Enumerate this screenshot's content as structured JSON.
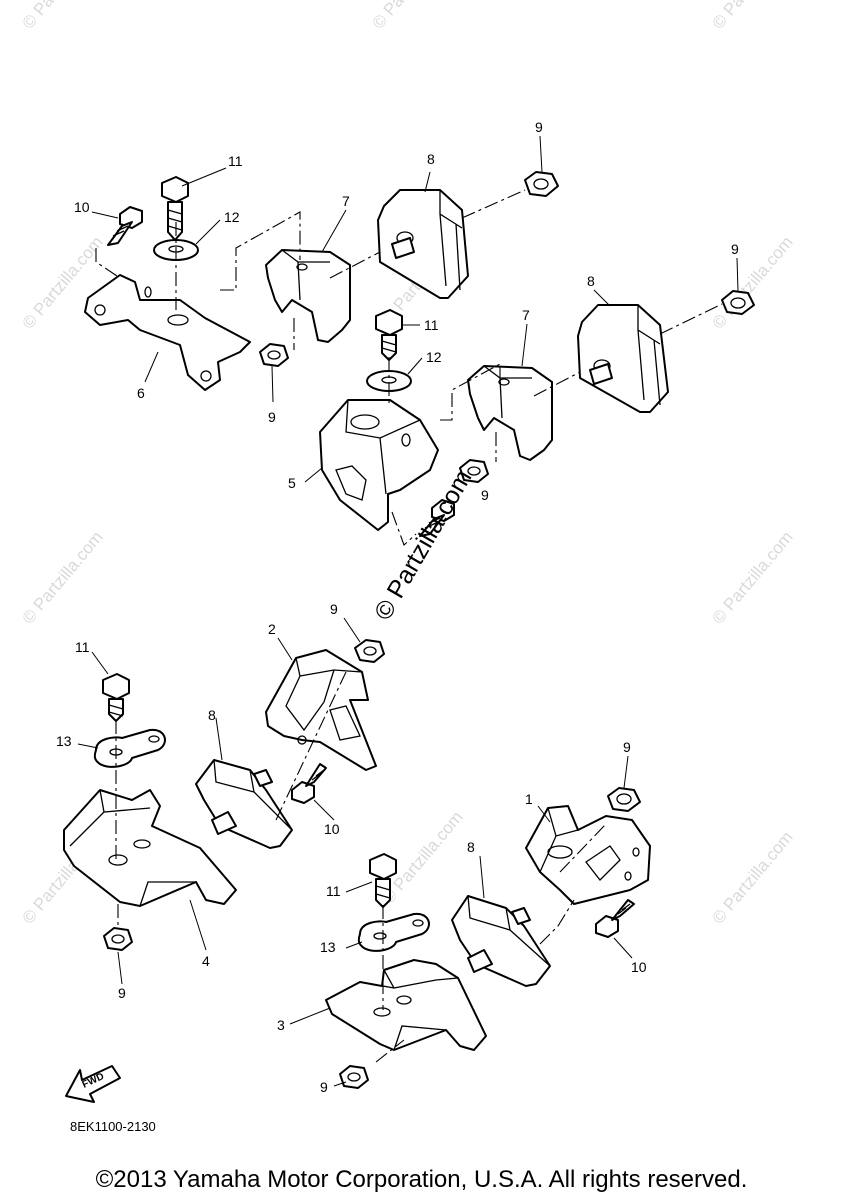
{
  "callouts": {
    "a": [
      "11",
      "10",
      "12",
      "6",
      "7",
      "8",
      "9",
      "9"
    ],
    "b": [
      "9",
      "8",
      "7",
      "11",
      "12",
      "9",
      "5"
    ],
    "c": [
      "9",
      "2",
      "11",
      "13",
      "8",
      "10",
      "4",
      "9"
    ],
    "d": [
      "9",
      "1",
      "8",
      "11",
      "13",
      "10",
      "3",
      "9"
    ]
  },
  "watermark": "© Partzilla.com",
  "fwd_label": "FWD",
  "diagram_code": "8EK1100-2130",
  "copyright": "©2013 Yamaha Motor Corporation, U.S.A. All rights reserved."
}
